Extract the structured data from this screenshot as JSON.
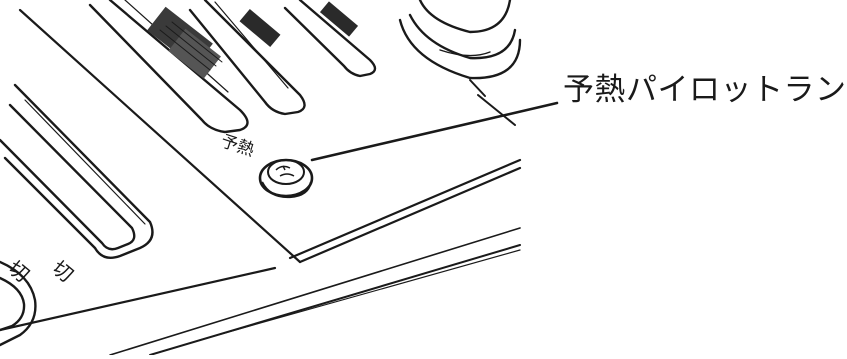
{
  "callout": {
    "label": "予熱パイロットランプ"
  },
  "panel": {
    "preheat_label": "予熱",
    "off_label_1": "切",
    "off_label_2": "切"
  }
}
